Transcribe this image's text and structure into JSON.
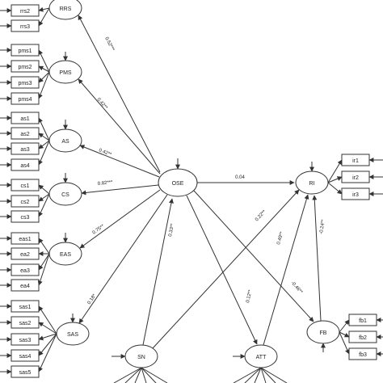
{
  "indicators": {
    "rrs": [
      "rrs2",
      "rrs3"
    ],
    "pms": [
      "pms1",
      "pms2",
      "pms3",
      "pms4"
    ],
    "as": [
      "as1",
      "as2",
      "as3",
      "as4"
    ],
    "cs": [
      "cs1",
      "cs2",
      "cs3"
    ],
    "eas": [
      "eas1",
      "ea2",
      "ea3",
      "ea4"
    ],
    "sas": [
      "sas1",
      "sas2",
      "sas3",
      "sas4",
      "sas5"
    ],
    "ri": [
      "ir1",
      "ir2",
      "ir3"
    ],
    "fb": [
      "fb1",
      "fb2",
      "fb3"
    ]
  },
  "latents": {
    "rrs": "RRS",
    "pms": "PMS",
    "as": "AS",
    "cs": "CS",
    "eas": "EAS",
    "sas": "SAS",
    "ose": "OSE",
    "ri": "RI",
    "fb": "FB",
    "sn": "SN",
    "att": "ATT"
  },
  "paths": {
    "rrs_ose": "0.52***",
    "pms_ose": "0.42**",
    "as_ose": "0.42**",
    "cs_ose": "0.82***",
    "eas_ose": "0.75**",
    "sas_ose": "0.18*",
    "sn_ose": "0.33**",
    "ose_ri": "0.04",
    "sn_ri": "0.22**",
    "att_ri": "0.49**",
    "ose_att": "0.12**",
    "ose_fb": "-0.46**",
    "fb_ri": "-0.24**"
  }
}
